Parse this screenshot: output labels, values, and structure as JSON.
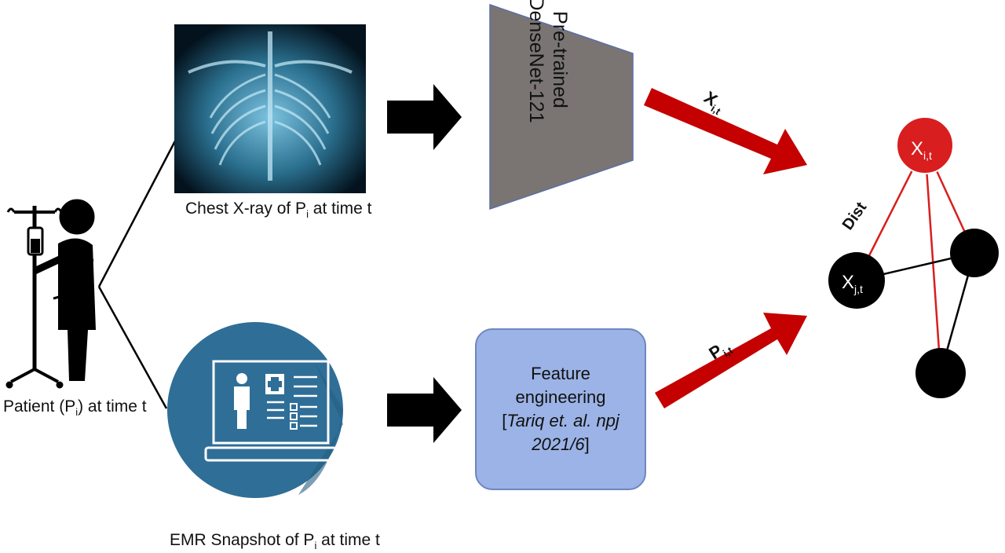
{
  "xray": {
    "caption_prefix": "Chest X-ray of P",
    "caption_sub": "i",
    "caption_suffix": " at time t"
  },
  "emr": {
    "caption_prefix": "EMR Snapshot of P",
    "caption_sub": "i",
    "caption_suffix": " at time t"
  },
  "patient": {
    "caption_prefix": "Patient (P",
    "caption_sub": "i",
    "caption_suffix": ") at time t"
  },
  "densenet": {
    "line1": "Pre-trained",
    "line2": "DenseNet-121"
  },
  "feature": {
    "line1": "Feature",
    "line2": "engineering",
    "cite_open": "[",
    "cite_line1": "Tariq et. al. npj",
    "cite_line2": "2021/6",
    "cite_close": "]"
  },
  "vectors": {
    "x_label": "X",
    "x_sub": "i,t",
    "p_label": "P",
    "p_sub": "i,t"
  },
  "graph": {
    "xi_label": "X",
    "xi_sub": "i,t",
    "xj_label": "X",
    "xj_sub": "j,t",
    "dist_label": "Dist"
  },
  "colors": {
    "arrow_red": "#c40000",
    "arrow_black": "#000000",
    "emr_circle": "#2f6e97",
    "densenet_trapezoid": "#7a7573",
    "feature_box": "#9bb3e6",
    "node_red": "#d81e1e",
    "node_black": "#000000"
  },
  "icons": [
    "patient-iv-pole-icon",
    "laptop-medical-record-icon",
    "chest-xray-image"
  ]
}
